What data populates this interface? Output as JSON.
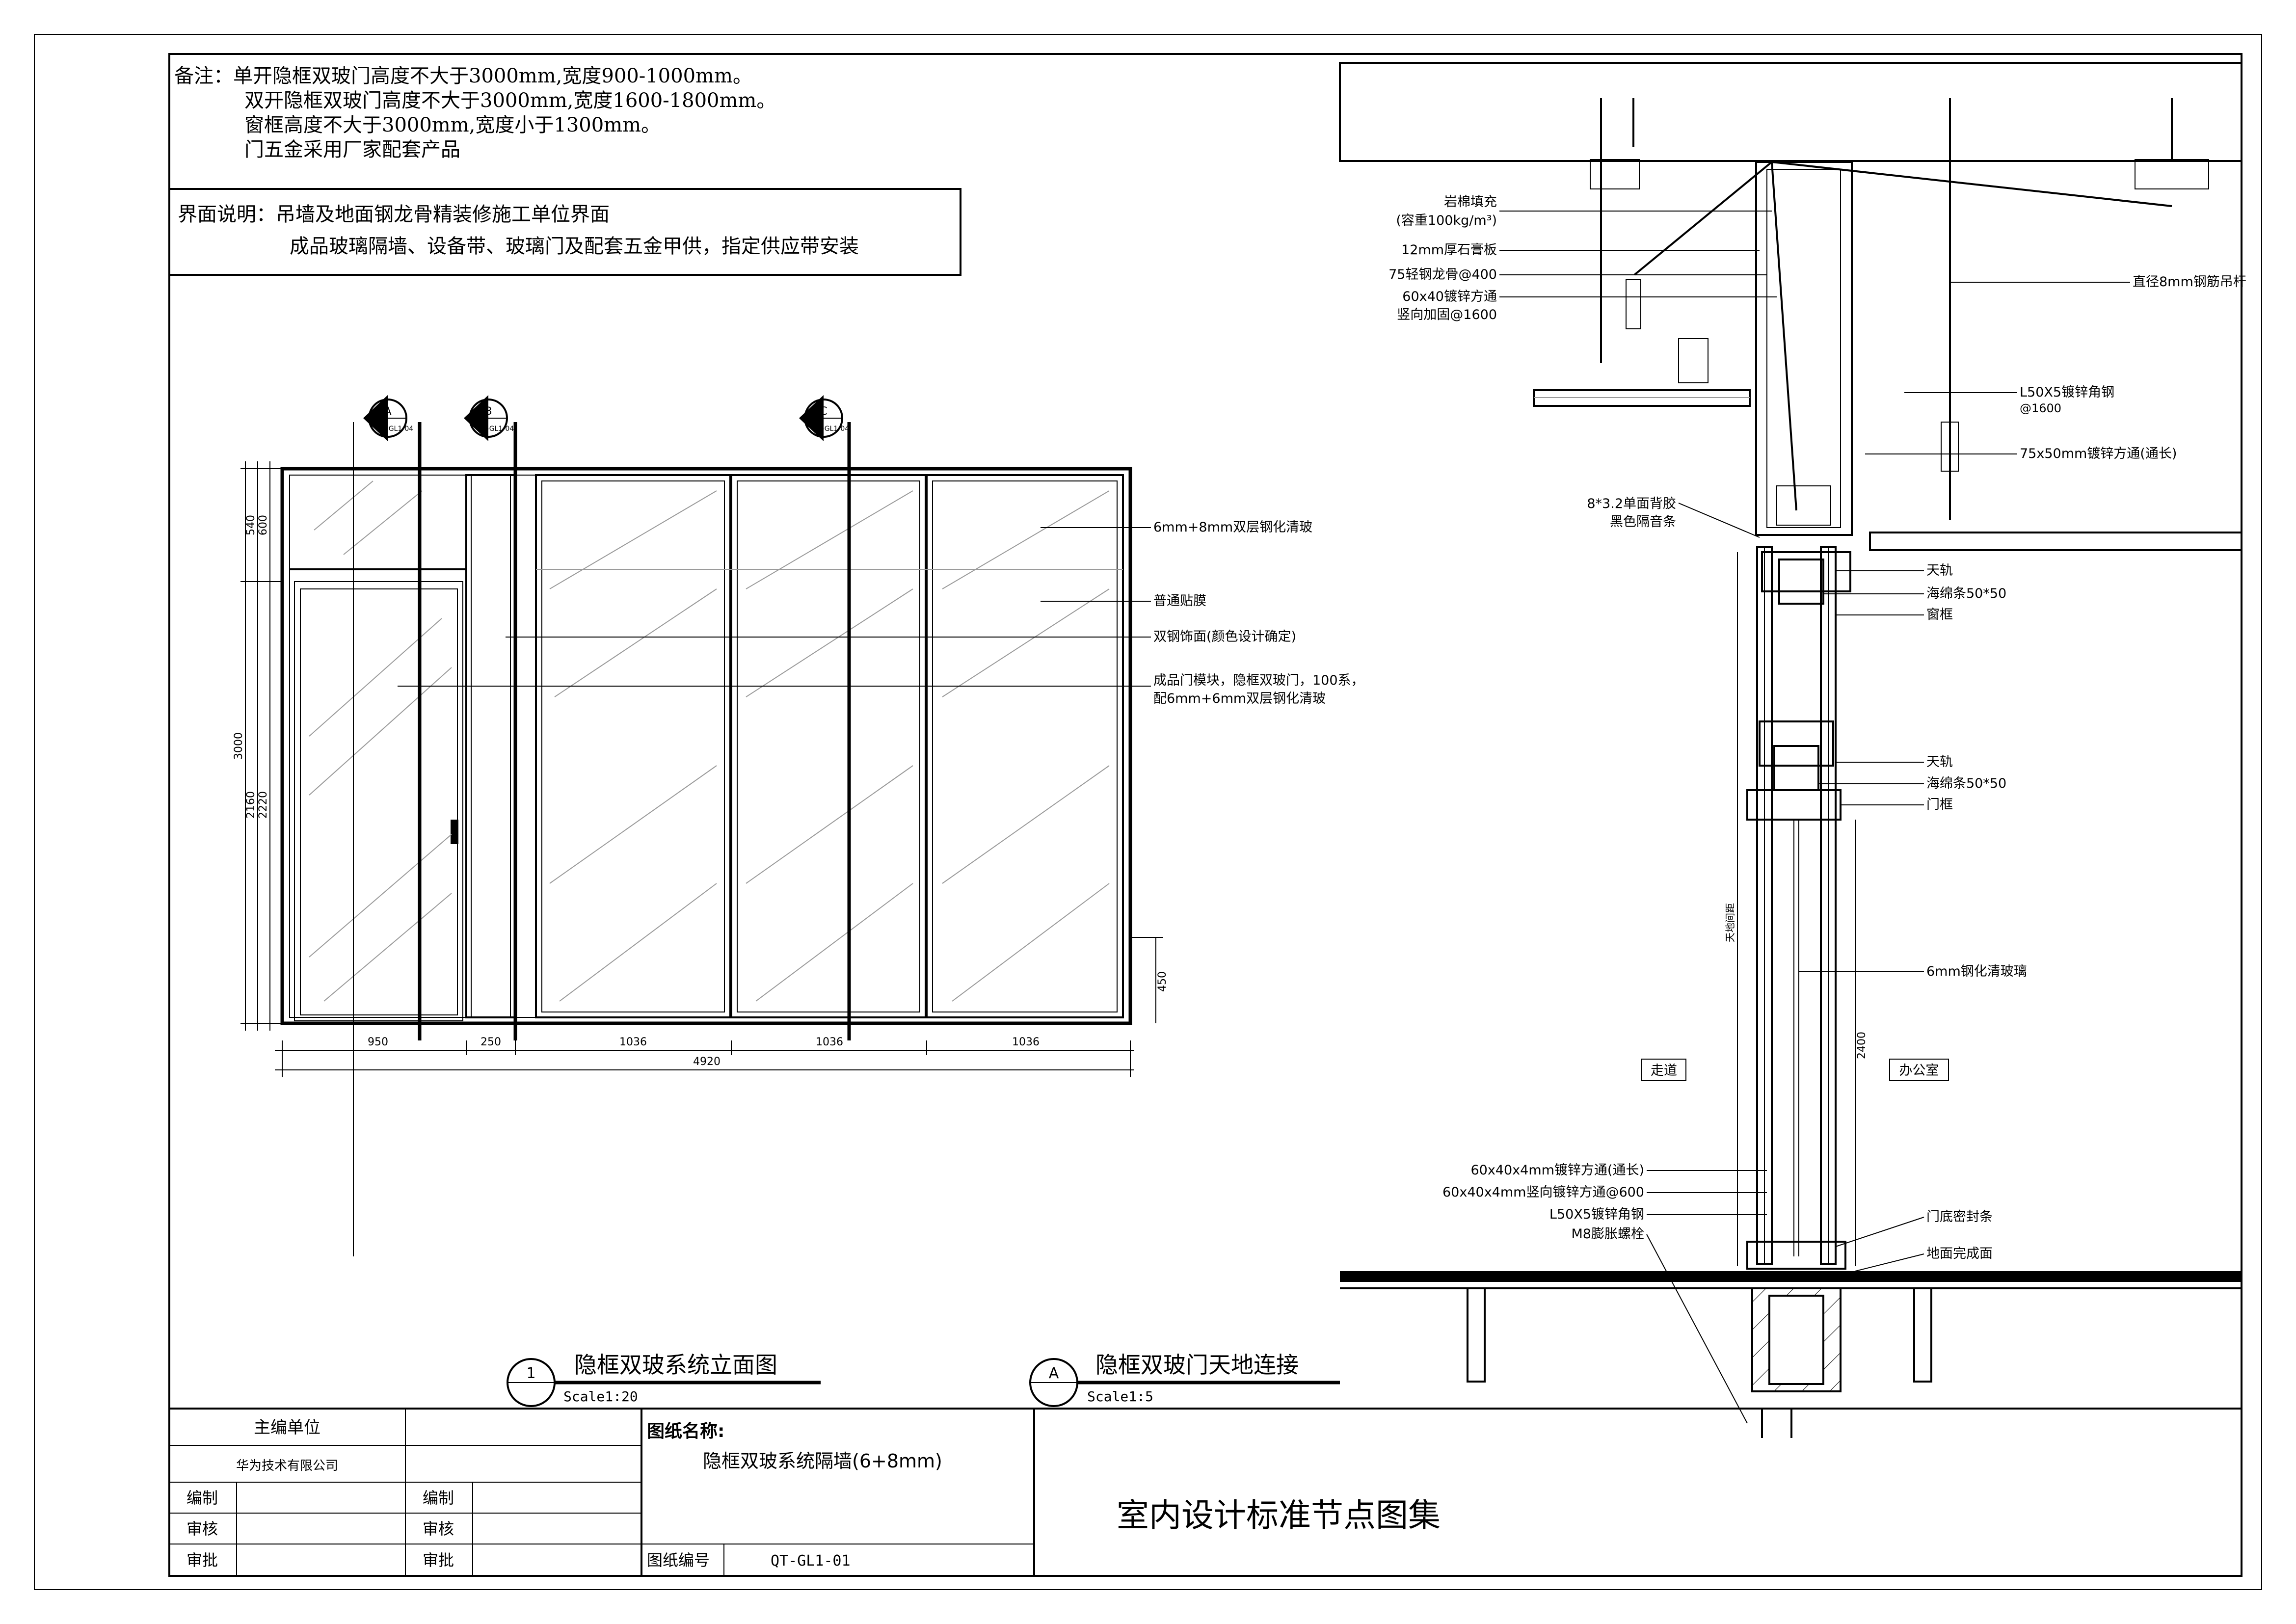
{
  "notes": {
    "line1": "备注：单开隐框双玻门高度不大于3000mm,宽度900-1000mm。",
    "line2": "双开隐框双玻门高度不大于3000mm,宽度1600-1800mm。",
    "line3": "窗框高度不大于3000mm,宽度小于1300mm。",
    "line4": "门五金采用厂家配套产品"
  },
  "interface": {
    "line1": "界面说明：吊墙及地面钢龙骨精装修施工单位界面",
    "line2": "成品玻璃隔墙、设备带、玻璃门及配套五金甲供，指定供应带安装"
  },
  "section_markers": [
    {
      "letter": "A",
      "ref": "QT-GL1-04"
    },
    {
      "letter": "B",
      "ref": "QT-GL1-04"
    },
    {
      "letter": "C",
      "ref": "QT-GL1-04"
    }
  ],
  "elevation_labels": {
    "glass": "6mm+8mm双层钢化清玻",
    "film": "普通贴膜",
    "steel": "双钢饰面(颜色设计确定)",
    "door1": "成品门模块，隐框双玻门，100系，",
    "door2": "配6mm+6mm双层钢化清玻"
  },
  "elevation_dims": {
    "left_total": "3000",
    "left_top": "540",
    "left_top2": "600",
    "left_mid": "2160",
    "left_mid2": "2220",
    "right_bottom": "450",
    "bottom": [
      "950",
      "250",
      "1036",
      "1036",
      "1036"
    ],
    "bottom_total": "4920"
  },
  "section_labels": {
    "rockwool1": "岩棉填充",
    "rockwool2": "(容重100kg/m³)",
    "gypsum": "12mm厚石膏板",
    "keel": "75轻钢龙骨@400",
    "tube1": "60x40镀锌方通",
    "tube2": "竖向加固@1600",
    "rod": "直径8mm钢筋吊杆",
    "angle1": "L50X5镀锌角钢",
    "angle2": "@1600",
    "tube75": "75x50mm镀锌方通(通长)",
    "strip1": "8*3.2单面背胶",
    "strip2": "黑色隔音条",
    "rail1": "天轨",
    "sponge1": "海绵条50*50",
    "window_frame": "窗框",
    "rail2": "天轨",
    "sponge2": "海绵条50*50",
    "door_frame": "门框",
    "glass6": "6mm钢化清玻璃",
    "corridor": "走道",
    "office": "办公室",
    "floor_tube1": "60x40x4mm镀锌方通(通长)",
    "floor_tube2": "60x40x4mm竖向镀锌方通@600",
    "floor_angle": "L50X5镀锌角钢",
    "bolt": "M8膨胀螺栓",
    "seal": "门底密封条",
    "floor": "地面完成面",
    "dim_2400": "2400",
    "dim_door": "天地间距"
  },
  "titles": {
    "elevation_no": "1",
    "elevation_title": "隐框双玻系统立面图",
    "elevation_scale": "Scale1:20",
    "detail_no": "A",
    "detail_title": "隐框双玻门天地连接",
    "detail_scale": "Scale1:5"
  },
  "titleblock": {
    "editor_unit": "主编单位",
    "company": "华为技术有限公司",
    "compile": "编制",
    "review": "审核",
    "approve": "审批",
    "compile2": "编制",
    "review2": "审核",
    "approve2": "审批",
    "drawing_name_label": "图纸名称:",
    "drawing_name": "隐框双玻系统隔墙(6+8mm)",
    "drawing_no_label": "图纸编号",
    "drawing_no": "QT-GL1-01",
    "collection": "室内设计标准节点图集"
  }
}
